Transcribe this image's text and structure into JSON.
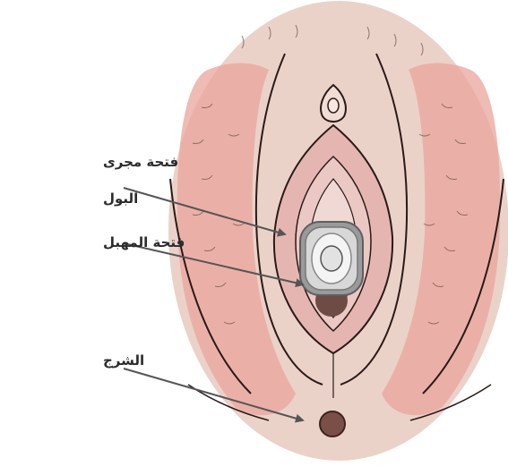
{
  "labels": {
    "urethral_opening_line1": "فتحة مجرى",
    "urethral_opening_line2": "البول",
    "vaginal_opening": "فتحة المهبل",
    "anus": "الشرج"
  },
  "colors": {
    "skin": "#EBD2C9",
    "pink_shading": "#E9A49C",
    "inner_pink": "#E5B6B1",
    "outline": "#2A1A17",
    "cup_gray": "#BDBDBD",
    "opening_dark": "#6E4B45",
    "anus_fill": "#7A4F48",
    "leader_line": "#555555"
  },
  "icons": [
    "menstrual-cup-icon",
    "arrowhead-icon"
  ]
}
